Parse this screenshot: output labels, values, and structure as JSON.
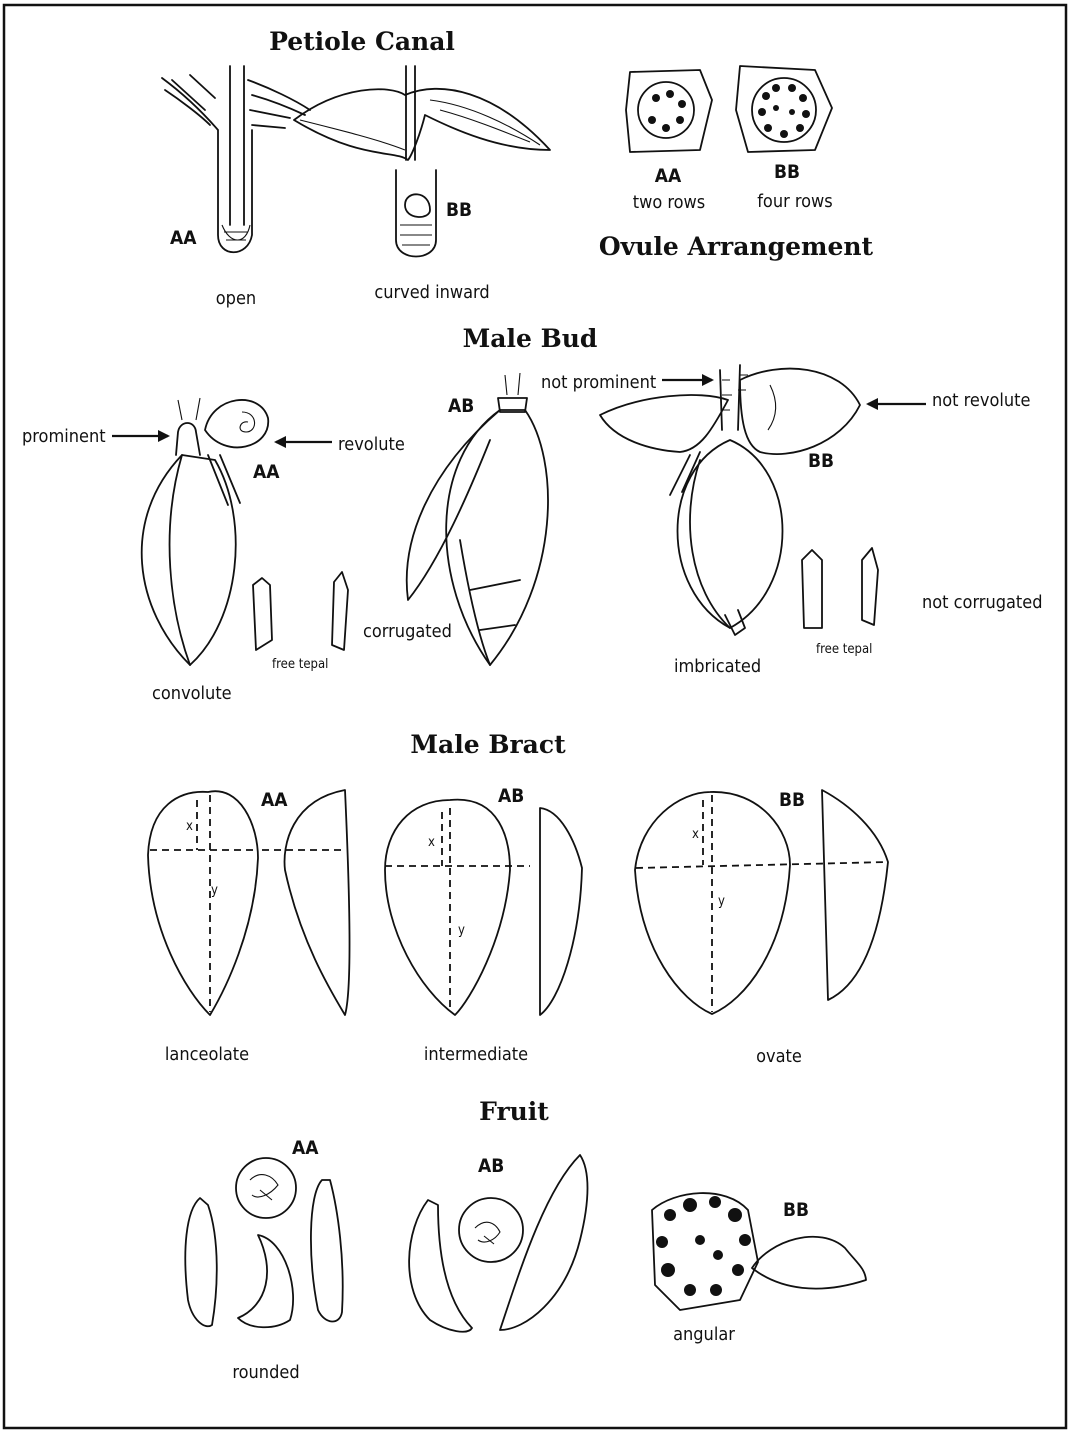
{
  "petiole_canal": {
    "title": "Petiole Canal",
    "aa_label": "AA",
    "bb_label": "BB",
    "aa_caption": "open",
    "bb_caption": "curved inward"
  },
  "ovule_arrangement": {
    "title": "Ovule Arrangement",
    "aa_label": "AA",
    "aa_caption": "two rows",
    "bb_label": "BB",
    "bb_caption": "four rows"
  },
  "male_bud": {
    "title": "Male Bud",
    "aa_label": "AA",
    "ab_label": "AB",
    "bb_label": "BB",
    "prominent": "prominent",
    "revolute": "revolute",
    "not_prominent": "not prominent",
    "not_revolute": "not revolute",
    "free_tepal_aa": "free tepal",
    "free_tepal_bb": "free tepal",
    "convolute": "convolute",
    "corrugated": "corrugated",
    "imbricated": "imbricated",
    "not_corrugated": "not corrugated"
  },
  "male_bract": {
    "title": "Male Bract",
    "aa_label": "AA",
    "ab_label": "AB",
    "bb_label": "BB",
    "x_mark": "x",
    "y_mark": "y",
    "lanceolate": "lanceolate",
    "intermediate": "intermediate",
    "ovate": "ovate"
  },
  "fruit": {
    "title": "Fruit",
    "aa_label": "AA",
    "ab_label": "AB",
    "bb_label": "BB",
    "rounded": "rounded",
    "angular": "angular"
  },
  "icons": [
    "arrow-right-icon",
    "arrow-left-icon"
  ]
}
